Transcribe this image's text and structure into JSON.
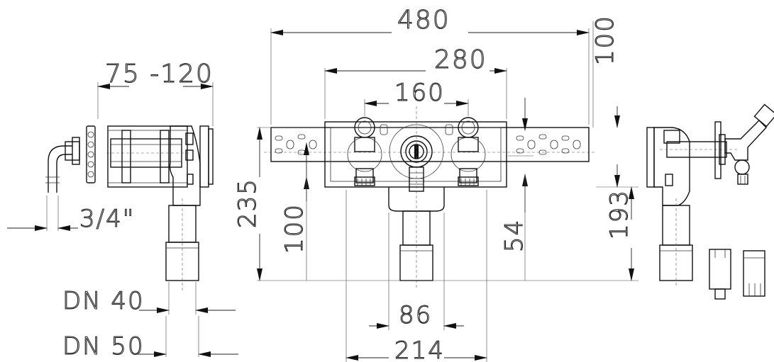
{
  "dimensions": {
    "overall_width": "480",
    "fixing_centers": "280",
    "valve_centers": "160",
    "height_top": "100",
    "height_total": "235",
    "outlet_height": "100",
    "connection_height": "54",
    "side_height": "193",
    "outlet_spacing": "86",
    "bottom_width": "214",
    "wall_depth": "75 -120",
    "thread": "3/4\"",
    "pipe_dn40": "DN 40",
    "pipe_dn50": "DN 50"
  },
  "colors": {
    "line": "#111111",
    "background": "#ffffff"
  }
}
